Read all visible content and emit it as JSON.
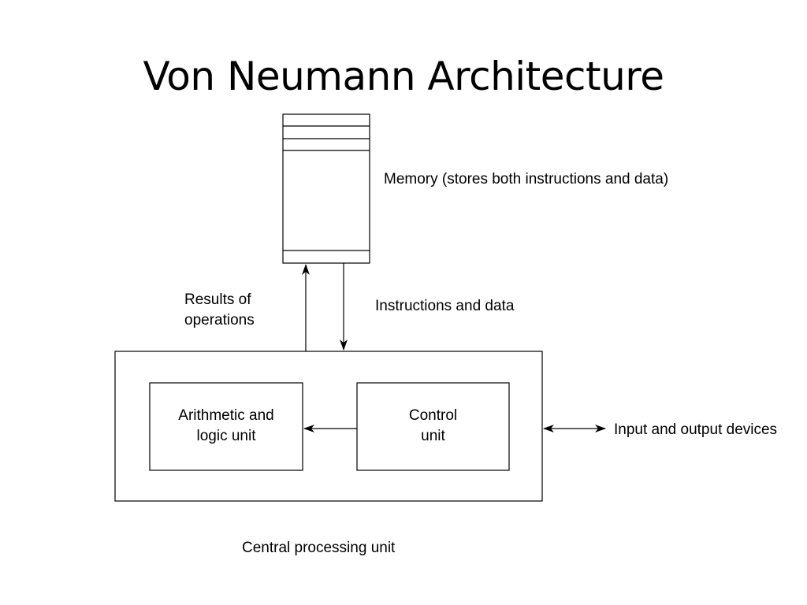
{
  "slide": {
    "title": "Von Neumann Architecture"
  },
  "diagram": {
    "memory_label": "Memory (stores both instructions and data)",
    "results_label": "Results of\noperations",
    "instructions_label": "Instructions and data",
    "alu_label": "Arithmetic and\nlogic unit",
    "control_unit_label": "Control\nunit",
    "io_label": "Input and output devices",
    "cpu_label": "Central processing unit"
  },
  "colors": {
    "background": "#ffffff",
    "ink": "#000000"
  }
}
